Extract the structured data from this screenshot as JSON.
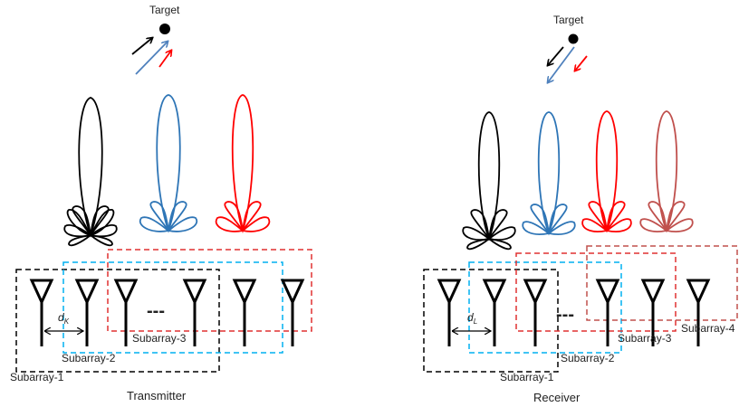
{
  "transmitter": {
    "target_label": "Target",
    "spacing_label": "d",
    "spacing_sub": "K",
    "caption": "Transmitter",
    "subarray_labels": [
      "Subarray-1",
      "Subarray-2",
      "Subarray-3"
    ],
    "ellipsis": "---",
    "beam_colors": [
      "#000000",
      "#2e75b6",
      "#ff0000"
    ]
  },
  "receiver": {
    "target_label": "Target",
    "spacing_label": "d",
    "spacing_sub": "L",
    "caption": "Receiver",
    "subarray_labels": [
      "Subarray-1",
      "Subarray-2",
      "Subarray-3",
      "Subarray-4"
    ],
    "ellipsis": "---",
    "beam_colors": [
      "#000000",
      "#2e75b6",
      "#ff0000",
      "#c0504d"
    ]
  },
  "colors": {
    "subarray_1": "#000000",
    "subarray_2": "#00b0f0",
    "subarray_3": "#e03030",
    "subarray_4": "#c0504d",
    "arrow_black": "#000000",
    "arrow_blue": "#4f81bd",
    "arrow_red": "#ff0000"
  }
}
